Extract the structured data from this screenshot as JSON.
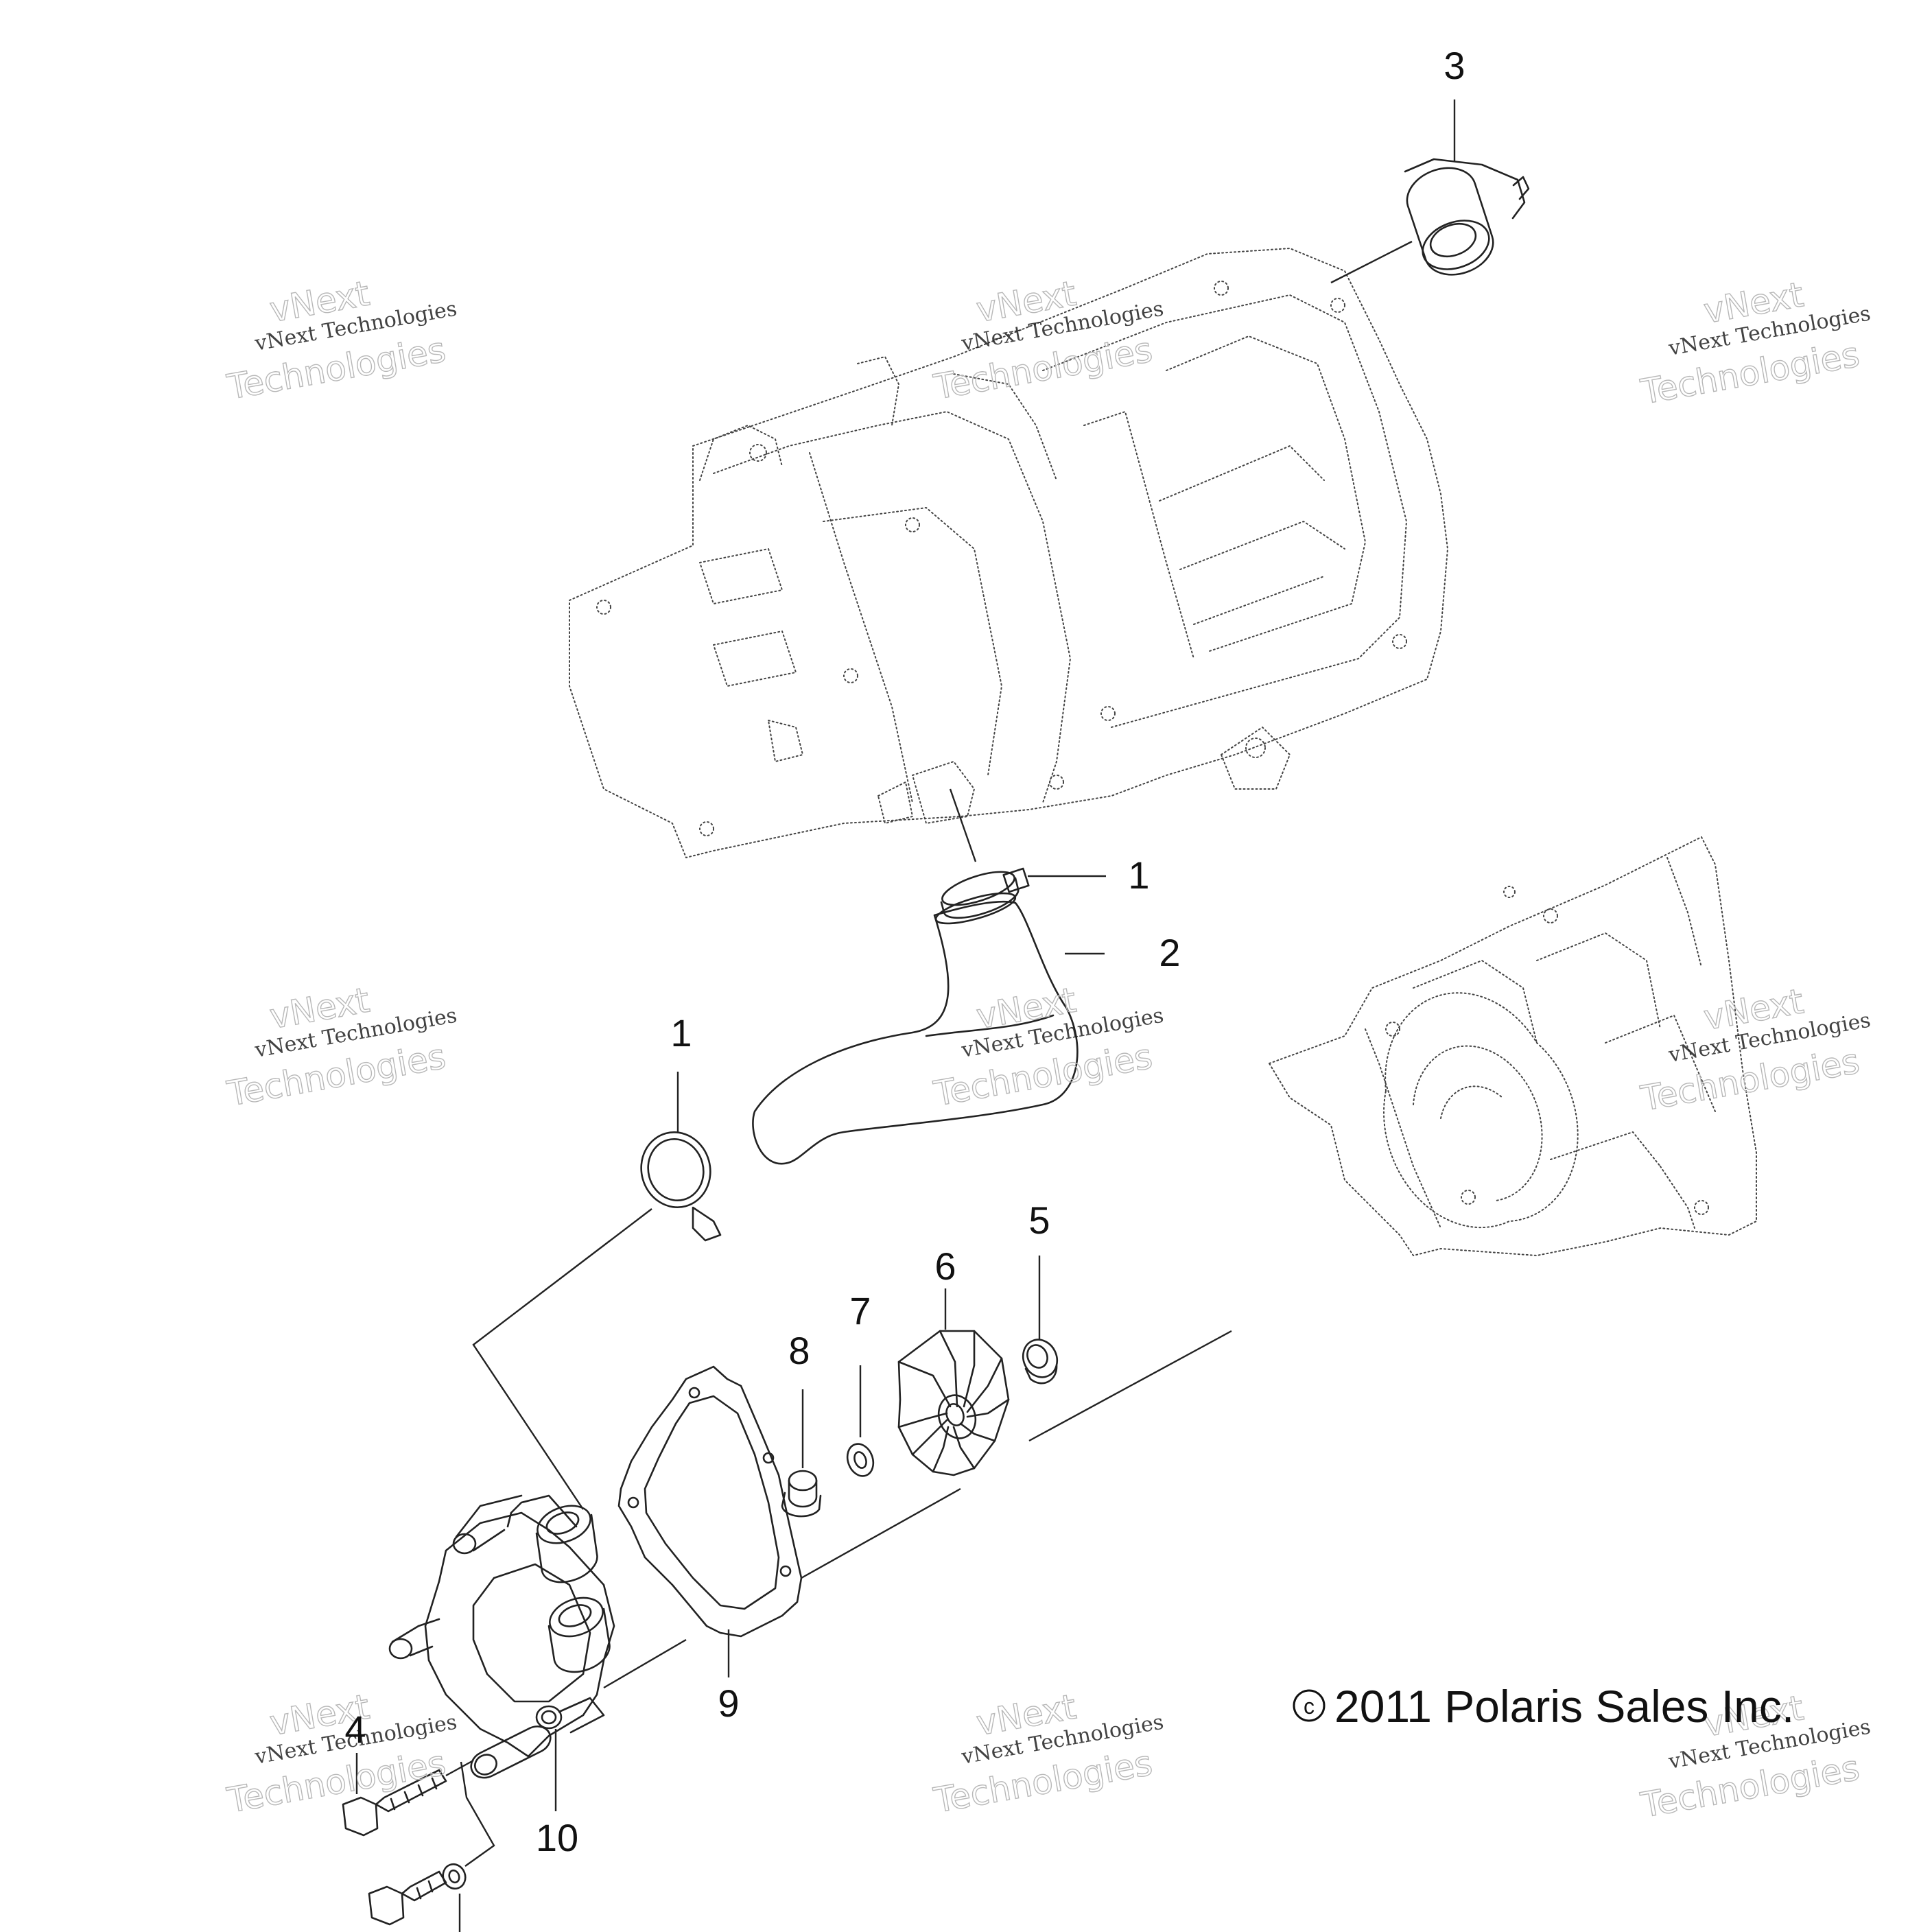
{
  "callouts": {
    "c1_top": "1",
    "c2": "2",
    "c3": "3",
    "c1_left": "1",
    "c4": "4",
    "c5": "5",
    "c6": "6",
    "c7": "7",
    "c8": "8",
    "c9": "9",
    "c10": "10"
  },
  "copyright": {
    "symbol": "c",
    "text": "2011  Polaris Sales Inc."
  },
  "watermark": {
    "line1": "vNext",
    "line2": "vNext Technologies",
    "line3": "Technologies"
  }
}
